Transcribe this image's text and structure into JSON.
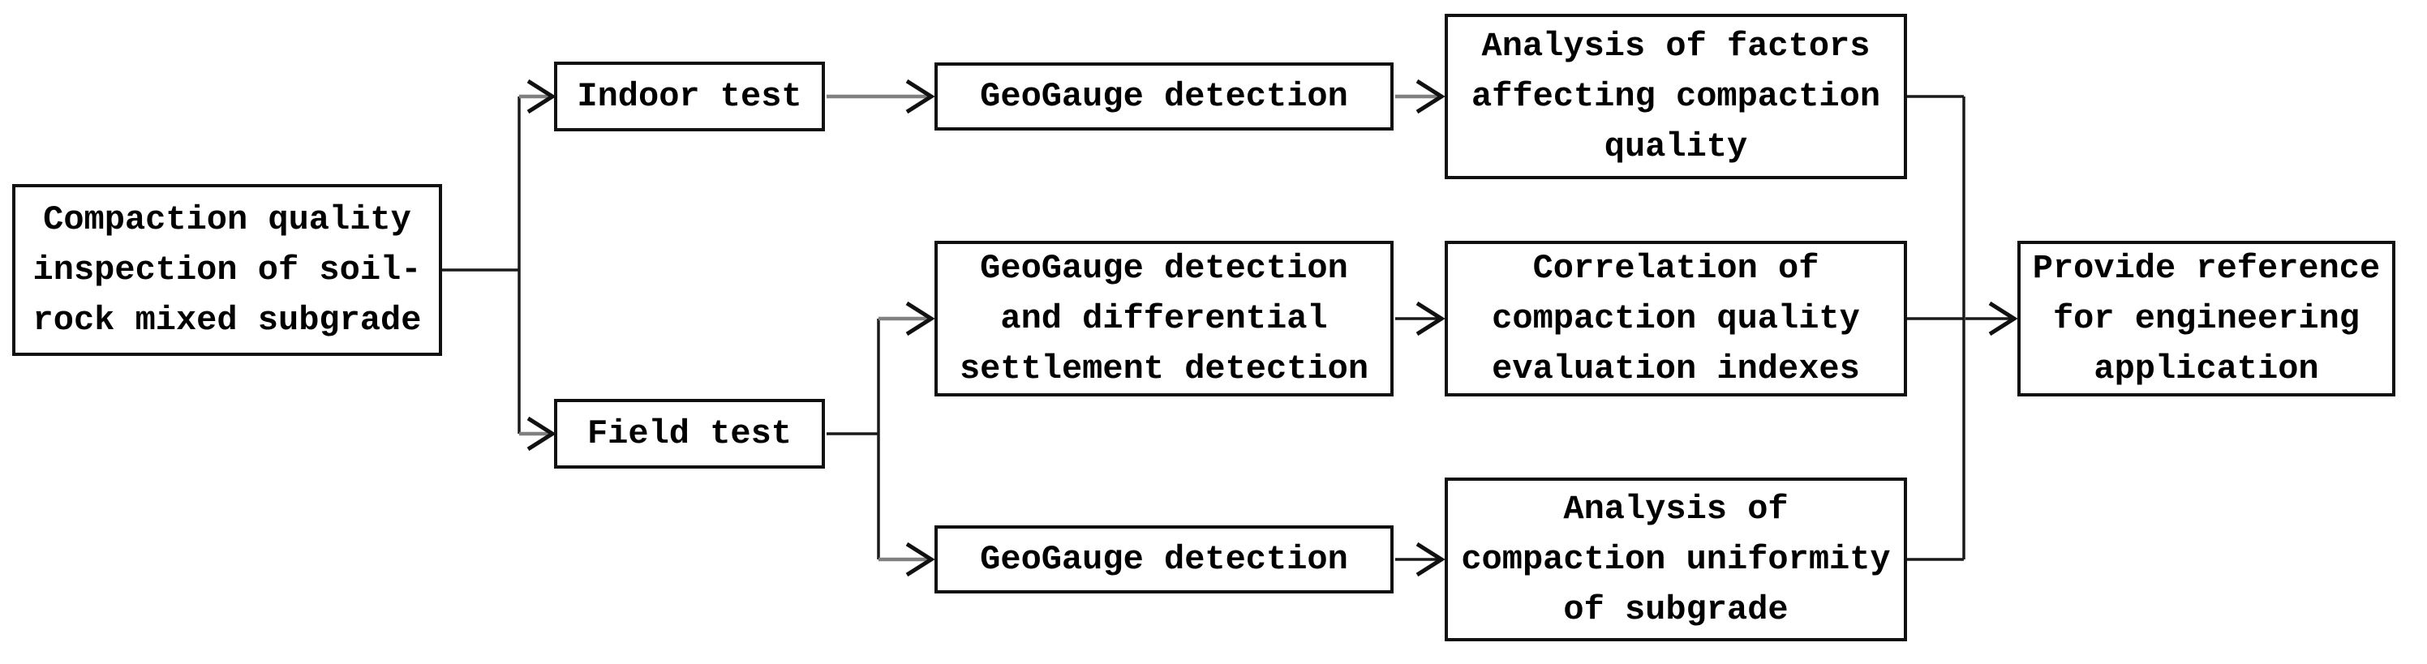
{
  "diagram": {
    "background": "#ffffff",
    "colors": {
      "box_border": "#111111",
      "text": "#000000",
      "connector_line": "#1a1a1a",
      "arrow_shaft_gray": "#808080",
      "arrowhead": "#111111"
    },
    "nodes": {
      "main": {
        "label": [
          "Compaction quality",
          "inspection of soil-",
          "rock mixed subgrade"
        ]
      },
      "indoor_test": {
        "label": "Indoor test"
      },
      "field_test": {
        "label": "Field test"
      },
      "geogauge_indoor": {
        "label": "GeoGauge detection"
      },
      "geogauge_differential": {
        "label": [
          "GeoGauge detection",
          "and differential",
          "settlement detection"
        ]
      },
      "geogauge_field": {
        "label": "GeoGauge detection"
      },
      "analysis_factors": {
        "label": [
          "Analysis of factors",
          "affecting compaction",
          "quality"
        ]
      },
      "correlation_indexes": {
        "label": [
          "Correlation of",
          "compaction quality",
          "evaluation indexes"
        ]
      },
      "compaction_uniformity": {
        "label": [
          "Analysis of",
          "compaction uniformity",
          "of subgrade"
        ]
      },
      "provide_reference": {
        "label": [
          "Provide reference",
          "for engineering",
          "application"
        ]
      }
    }
  }
}
